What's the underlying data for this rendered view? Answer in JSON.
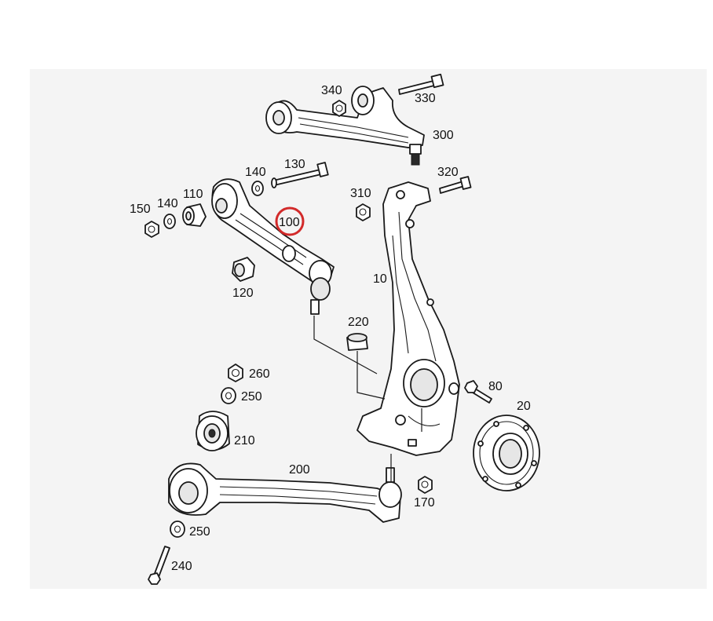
{
  "colors": {
    "panel_background": "#f4f4f4",
    "highlight_circle": "#d22a2a",
    "line": "#1a1a1a"
  },
  "labels": {
    "part_10": "10",
    "part_20": "20",
    "part_80": "80",
    "part_100": "100",
    "part_110": "110",
    "part_120": "120",
    "part_130": "130",
    "part_140_upper": "140",
    "part_140_lower": "140",
    "part_150": "150",
    "part_170": "170",
    "part_200": "200",
    "part_210": "210",
    "part_220": "220",
    "part_240": "240",
    "part_250_upper": "250",
    "part_250_lower": "250",
    "part_260": "260",
    "part_300": "300",
    "part_310": "310",
    "part_320": "320",
    "part_330": "330",
    "part_340": "340"
  },
  "highlighted_part": "100"
}
